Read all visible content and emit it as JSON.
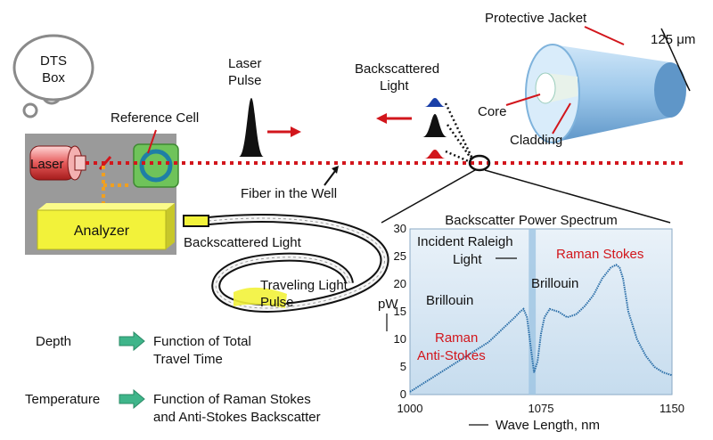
{
  "labels": {
    "dts_box": [
      "DTS",
      "Box"
    ],
    "laser": "Laser",
    "reference_cell": "Reference Cell",
    "analyzer": "Analyzer",
    "laser_pulse": [
      "Laser",
      "Pulse"
    ],
    "backscattered_light_top": [
      "Backscattered",
      "Light"
    ],
    "fiber_in_well": "Fiber in the Well",
    "protective_jacket": "Protective Jacket",
    "diameter": "125 μm",
    "core": "Core",
    "cladding": "Cladding",
    "backscattered_light_coil": "Backscattered Light",
    "traveling_light_pulse": [
      "Traveling Light",
      "Pulse"
    ],
    "depth": "Depth",
    "depth_function": [
      "Function of Total",
      "Travel Time"
    ],
    "temperature": "Temperature",
    "temperature_function": [
      "Function of Raman Stokes",
      "and Anti-Stokes Backscatter"
    ]
  },
  "colors": {
    "laser_red": "#d2161c",
    "analyzer_yellow": "#f2f23a",
    "cell_green": "#6fc35a",
    "cell_ring": "#1f7fa6",
    "box_gray": "#9a9a9a",
    "fiber_blue": "#7fb3dc",
    "arrow_green": "#3fb58a",
    "spectrum_bg": "#dce9f4",
    "spectrum_line": "#2a6ea8"
  },
  "chart_data": {
    "type": "line",
    "title": "Backscatter Power Spectrum",
    "xlabel": "Wave Length, nm",
    "ylabel": "pW",
    "xlim": [
      1000,
      1150
    ],
    "ylim": [
      0,
      30
    ],
    "xticks": [
      "1000",
      "1075",
      "1150"
    ],
    "yticks": [
      "0",
      "5",
      "10",
      "15",
      "20",
      "25",
      "30"
    ],
    "grid": false,
    "annotations": {
      "incident": [
        "Incident Raleigh",
        "Light"
      ],
      "brillouin_left": "Brillouin",
      "brillouin_right": "Brillouin",
      "raman_stokes": "Raman Stokes",
      "raman_anti_stokes": [
        "Raman",
        "Anti-Stokes"
      ]
    },
    "series": [
      {
        "x": [
          1000,
          1005,
          1010,
          1015,
          1020,
          1025,
          1030,
          1035,
          1040,
          1045,
          1050,
          1055,
          1060,
          1063,
          1065,
          1067,
          1069,
          1071,
          1073,
          1075,
          1077,
          1080,
          1085,
          1090,
          1095,
          1100,
          1105,
          1110,
          1115,
          1118,
          1120,
          1122,
          1125,
          1130,
          1135,
          1140,
          1145,
          1150
        ],
        "y": [
          0.5,
          1.5,
          2.5,
          3.5,
          4.5,
          5.5,
          6.5,
          7.5,
          8.5,
          9.5,
          11,
          12.5,
          14,
          15,
          15.5,
          14,
          9,
          4,
          6,
          11,
          14,
          15.5,
          15,
          14,
          14.5,
          16,
          18,
          21,
          23,
          23.5,
          23,
          21,
          15,
          10,
          7,
          5,
          4,
          3.5
        ]
      }
    ]
  }
}
